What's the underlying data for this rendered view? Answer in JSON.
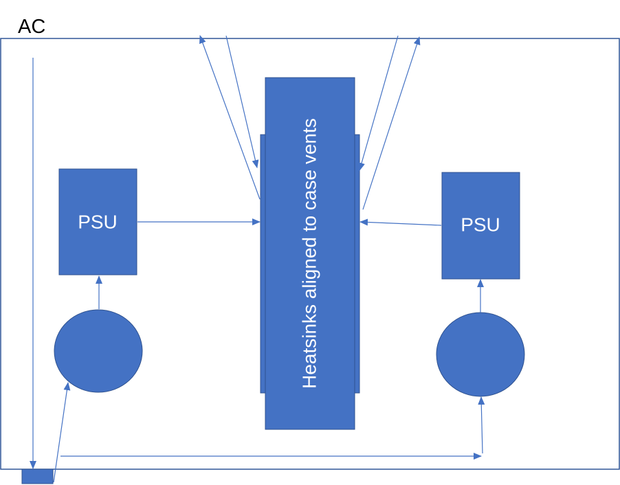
{
  "diagram": {
    "outside_label": "AC",
    "psu_left_label": "PSU",
    "psu_right_label": "PSU",
    "heatsink_label": "Heatsinks aligned to case vents"
  },
  "colors": {
    "shape_fill": "#4472C4",
    "shape_stroke": "#2F528F",
    "line": "#4472C4",
    "frame": "#2F5597",
    "text_dark": "#000000",
    "text_light": "#FFFFFF"
  }
}
